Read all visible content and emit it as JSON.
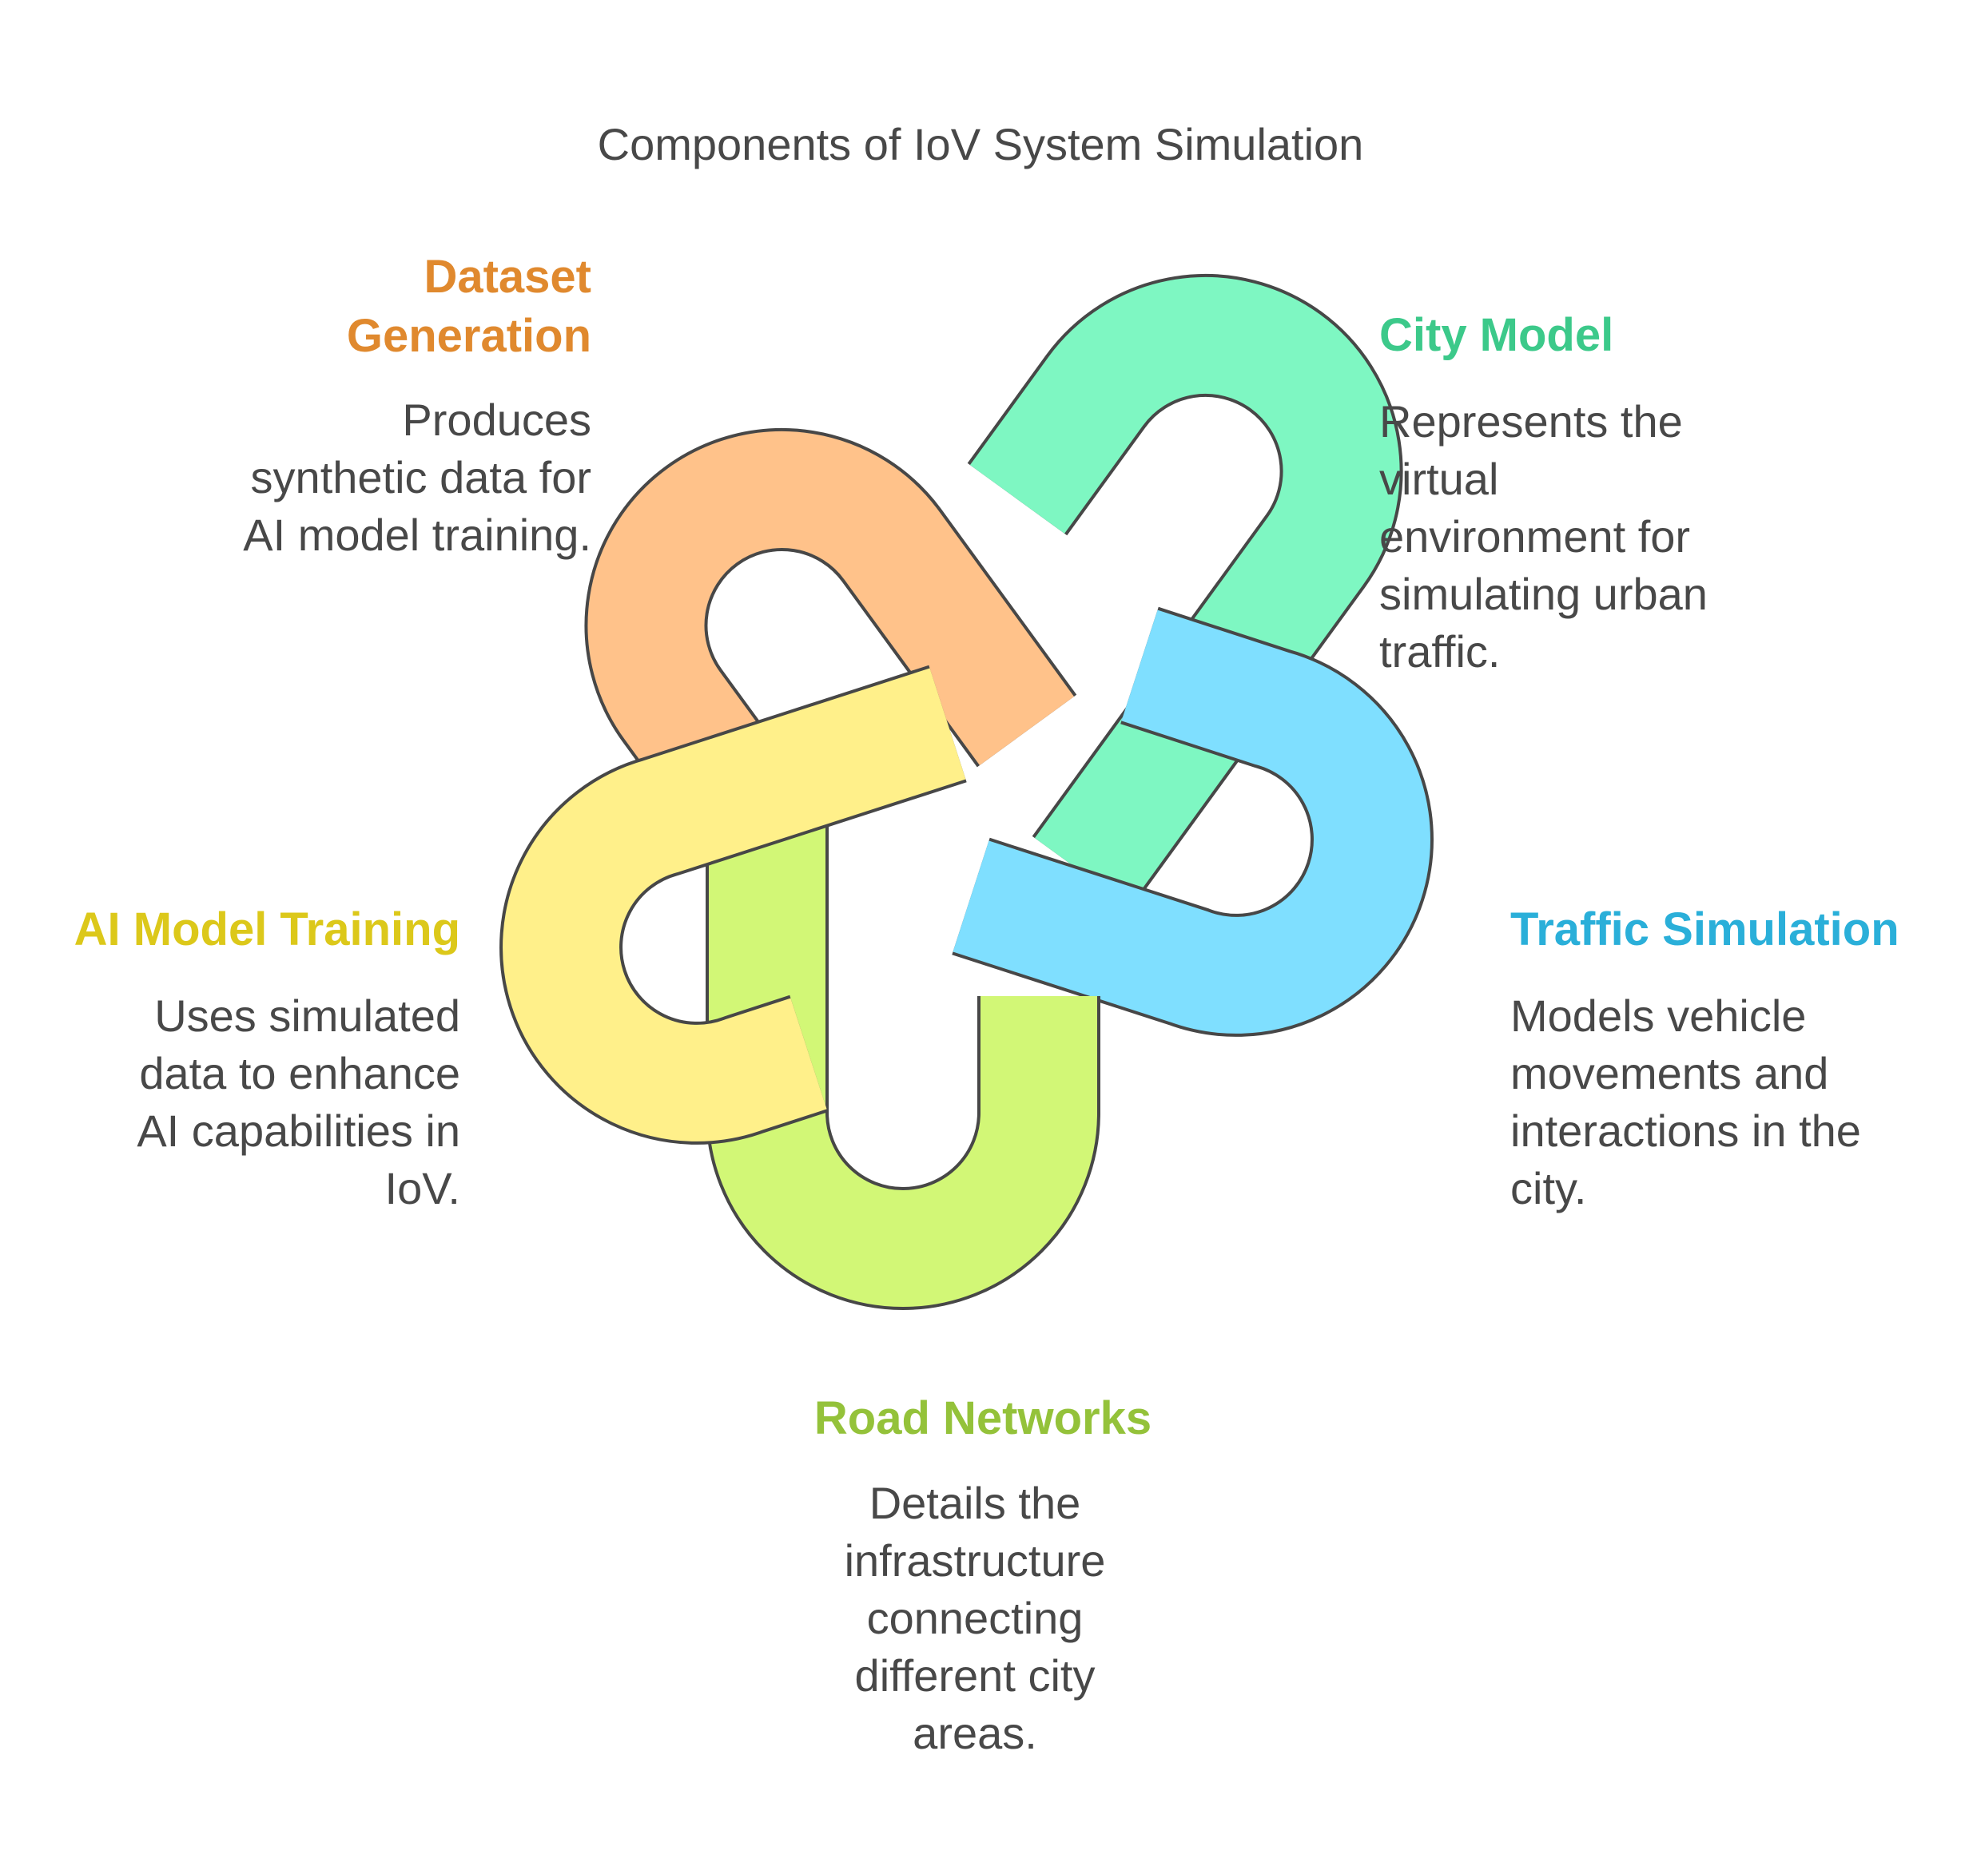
{
  "title": "Components of IoV System Simulation",
  "colors": {
    "dataset": "#FFC28A",
    "dataset_text": "#E0892E",
    "city": "#7EF7C2",
    "city_text": "#3CC98A",
    "traffic": "#7FDFFF",
    "traffic_text": "#2AAFD9",
    "road": "#D2F776",
    "road_text": "#94C23A",
    "ai": "#FFF08A",
    "ai_text": "#DCC81A",
    "stroke": "#474747"
  },
  "components": {
    "dataset": {
      "label": [
        "Dataset",
        "Generation"
      ],
      "desc": [
        "Produces",
        "synthetic data for",
        "AI model training."
      ]
    },
    "city": {
      "label": [
        "City Model"
      ],
      "desc": [
        "Represents the",
        "virtual",
        "environment for",
        "simulating urban",
        "traffic."
      ]
    },
    "traffic": {
      "label": [
        "Traffic Simulation"
      ],
      "desc": [
        "Models vehicle",
        "movements and",
        "interactions in the",
        "city."
      ]
    },
    "road": {
      "label": [
        "Road Networks"
      ],
      "desc": [
        "Details the",
        "infrastructure",
        "connecting",
        "different city",
        "areas."
      ]
    },
    "ai": {
      "label": [
        "AI Model Training"
      ],
      "desc": [
        "Uses simulated",
        "data to enhance",
        "AI capabilities in",
        "IoV."
      ]
    }
  }
}
